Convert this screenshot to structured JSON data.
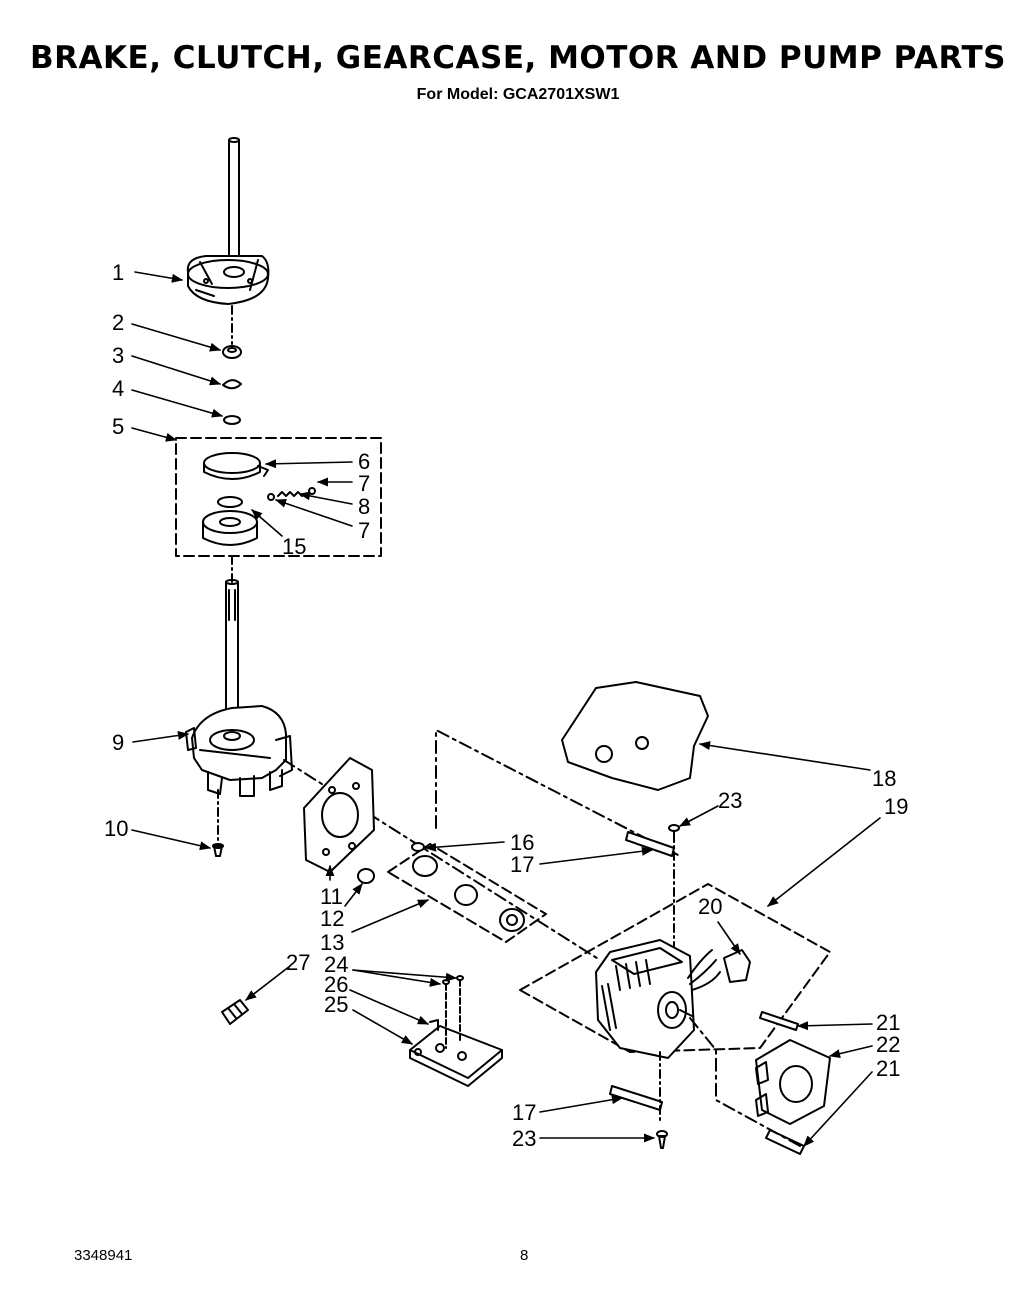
{
  "title": "BRAKE, CLUTCH, GEARCASE, MOTOR AND PUMP PARTS",
  "subtitle": "For Model: GCA2701XSW1",
  "callouts": [
    "1",
    "2",
    "3",
    "4",
    "5",
    "6",
    "7",
    "8",
    "7",
    "15",
    "9",
    "10",
    "16",
    "17",
    "11",
    "12",
    "13",
    "18",
    "23",
    "19",
    "20",
    "24",
    "26",
    "25",
    "27",
    "21",
    "22",
    "21",
    "17",
    "23"
  ],
  "footer": {
    "doc_number": "3348941",
    "page_number": "8"
  }
}
